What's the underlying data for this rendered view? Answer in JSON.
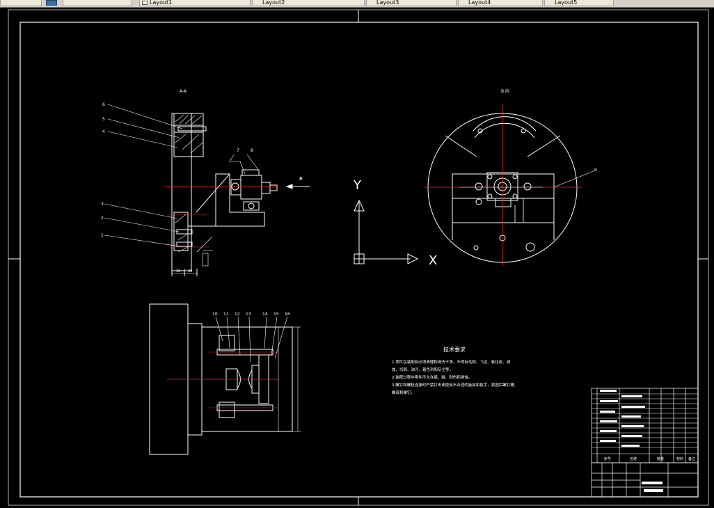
{
  "tabs": [
    {
      "label": "Layout1"
    },
    {
      "label": "Layout2"
    },
    {
      "label": "Layout3"
    },
    {
      "label": "Layout4"
    },
    {
      "label": "Layout5"
    }
  ],
  "drawing": {
    "section_label": "A-A",
    "view_label": "B 向",
    "arrow_label": "B",
    "x_axis_label": "X",
    "y_axis_label": "Y",
    "part_numbers_left": [
      "6",
      "5",
      "4",
      "3",
      "2",
      "1"
    ],
    "part_numbers_top": [
      "7",
      "8"
    ],
    "part_numbers_bottom": [
      "10",
      "11",
      "12",
      "13",
      "14",
      "15",
      "16"
    ],
    "part_number_right": "9",
    "dims_left": [
      "30",
      "30"
    ],
    "tech_title": "技术要求",
    "tech_lines": [
      "1.零件在装配前必须清理和清洗干净，不得有毛刺、飞边、氧化皮、锈",
      "蚀、切屑、油污、着色剂和灰尘等。",
      "2.装配过程中零件不允许磕、碰、划伤和锈蚀。",
      "3.螺钉和螺栓连接时严禁打击或使用不合适的旋具和扳手，紧固后螺钉槽、",
      "螺母和螺钉。"
    ],
    "title_block": {
      "col_no": "序号",
      "col_name": "名称",
      "col_qty": "数量",
      "col_material": "材料",
      "col_remark": "备注"
    }
  },
  "colors": {
    "line": "#ffffff",
    "center": "#ff2020",
    "background": "#000000",
    "ui": "#d4d0c8"
  }
}
